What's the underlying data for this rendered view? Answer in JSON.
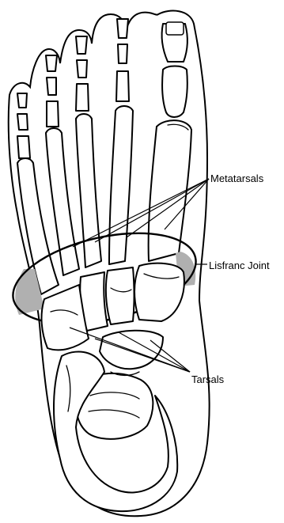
{
  "labels": {
    "metatarsals": "Metatarsals",
    "lisfranc": "Lisfranc Joint",
    "tarsals": "Tarsals"
  },
  "colors": {
    "outline": "#000000",
    "joint_fill": "#b0b0b0",
    "background": "#ffffff"
  }
}
